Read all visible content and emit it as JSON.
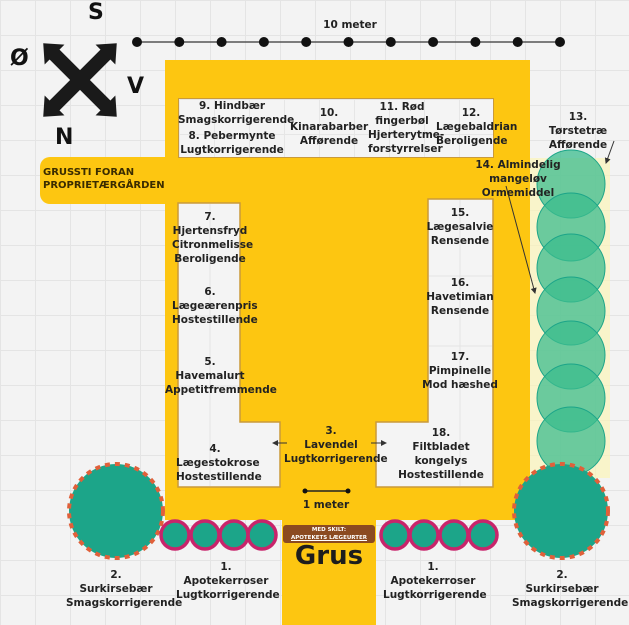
{
  "compass": {
    "south": "S",
    "north": "N",
    "east": "Ø",
    "west": "V"
  },
  "scale": {
    "ten_meter_label": "10 meter",
    "one_meter_label": "1 meter",
    "dots": 11
  },
  "path_label": {
    "line1": "GRUSSTI FORAN",
    "line2": "PROPRIETÆRGÅRDEN"
  },
  "sign": {
    "line1": "MED SKILT:",
    "line2": "APOTEKETS LÆGEURTER"
  },
  "gravel_label": "Grus",
  "colors": {
    "path": "#fdc611",
    "shrub": "#1ca589",
    "dots": "#e0603a",
    "rose_border": "#c8246b",
    "sign": "#8b4a20",
    "hedge": "#3bbc8e"
  },
  "plants": {
    "p1_left": {
      "num": "1.",
      "name": "Apotekerroser",
      "use": "Lugtkorrigerende"
    },
    "p1_right": {
      "num": "1.",
      "name": "Apotekerroser",
      "use": "Lugtkorrigerende"
    },
    "p2_left": {
      "num": "2.",
      "name": "Surkirsebær",
      "use": "Smagskorrigerende"
    },
    "p2_right": {
      "num": "2.",
      "name": "Surkirsebær",
      "use": "Smagskorrigerende"
    },
    "p3": {
      "num": "3.",
      "name": "Lavendel",
      "use": "Lugtkorrigerende"
    },
    "p4": {
      "num": "4.",
      "name": "Lægestokrose",
      "use": "Hostestillende"
    },
    "p5": {
      "num": "5.",
      "name": "Havemalurt",
      "use": "Appetitfremmende"
    },
    "p6": {
      "num": "6.",
      "name": "Lægeærenpris",
      "use": "Hostestillende"
    },
    "p7": {
      "num": "7.",
      "name": "Hjertensfryd",
      "name2": "Citronmelisse",
      "use": "Beroligende"
    },
    "p8": {
      "num": "8.",
      "name": "Pebermynte",
      "use": "Lugtkorrigerende"
    },
    "p9": {
      "num": "9.",
      "name": "Hindbær",
      "use": "Smagskorrigerende"
    },
    "p10": {
      "num": "10.",
      "name": "Kinarabarber",
      "use": "Afførende"
    },
    "p11": {
      "num": "11.",
      "name": "Rød",
      "name2": "fingerbøl",
      "use": "Hjerterytme-",
      "use2": "forstyrrelser"
    },
    "p12": {
      "num": "12.",
      "name": "Lægebaldrian",
      "use": "Beroligende"
    },
    "p13": {
      "num": "13.",
      "name": "Tørstetræ",
      "use": "Afførende"
    },
    "p14": {
      "num": "14. Almindelig",
      "name": "mangeløv",
      "use": "Ormemiddel"
    },
    "p15": {
      "num": "15.",
      "name": "Lægesalvie",
      "use": "Rensende"
    },
    "p16": {
      "num": "16.",
      "name": "Havetimian",
      "use": "Rensende"
    },
    "p17": {
      "num": "17.",
      "name": "Pimpinelle",
      "use": "Mod hæshed"
    },
    "p18": {
      "num": "18.",
      "name": "Filtbladet",
      "name2": "kongelys",
      "use": "Hostestillende"
    }
  }
}
